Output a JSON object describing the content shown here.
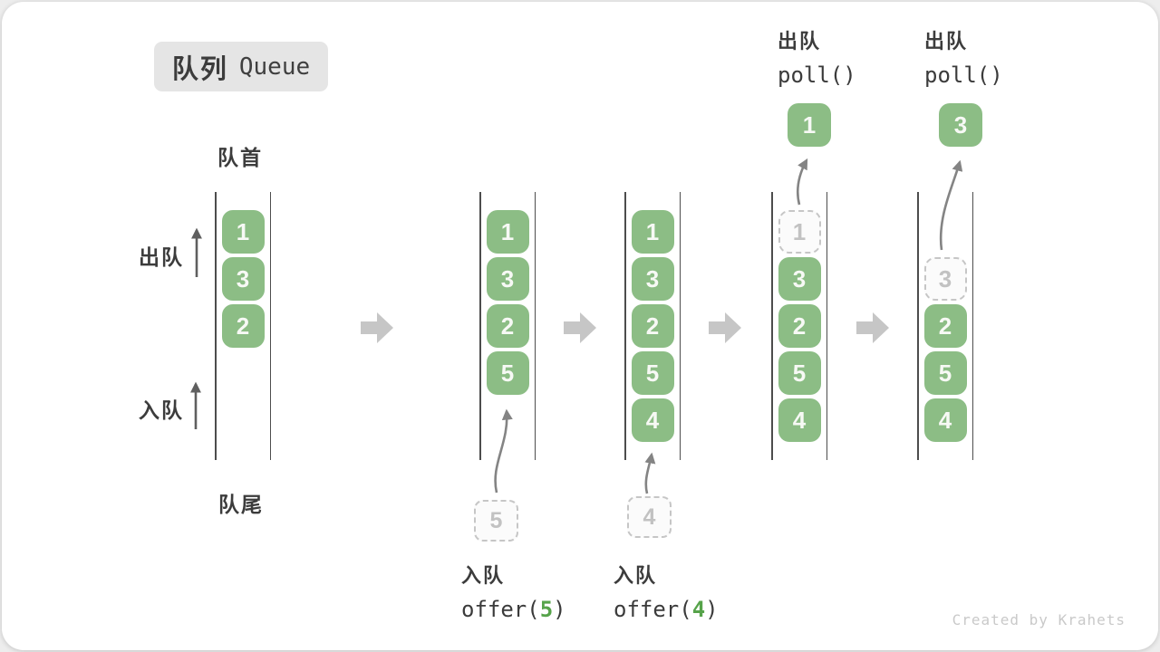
{
  "badge": {
    "zh": "队列",
    "en": "Queue"
  },
  "labels": {
    "front": "队首",
    "rear": "队尾",
    "dequeue_side": "出队",
    "enqueue_side": "入队"
  },
  "colors": {
    "box_green": "#8cbd85",
    "code_arg_green": "#56a34a",
    "flow_arrow_gray": "#c6c6c6",
    "thin_arrow_gray": "#848484",
    "side_arrow_gray": "#5f5f5f",
    "guide_line": "#4d4d4d",
    "text_dark": "#3c3c3c",
    "dashed_gray": "#c6c6c6"
  },
  "states": [
    {
      "name": "initial",
      "slots": [
        {
          "v": "1"
        },
        {
          "v": "3"
        },
        {
          "v": "2"
        }
      ]
    },
    {
      "name": "after-offer-5",
      "slots": [
        {
          "v": "1"
        },
        {
          "v": "3"
        },
        {
          "v": "2"
        },
        {
          "v": "5"
        }
      ],
      "pending": {
        "v": "5"
      },
      "op": {
        "label": "入队",
        "code_prefix": "offer(",
        "arg": "5",
        "code_suffix": ")"
      }
    },
    {
      "name": "after-offer-4",
      "slots": [
        {
          "v": "1"
        },
        {
          "v": "3"
        },
        {
          "v": "2"
        },
        {
          "v": "5"
        },
        {
          "v": "4"
        }
      ],
      "pending": {
        "v": "4"
      },
      "op": {
        "label": "入队",
        "code_prefix": "offer(",
        "arg": "4",
        "code_suffix": ")"
      }
    },
    {
      "name": "poll-removes-1",
      "slots": [
        {
          "v": "1",
          "dashed": true
        },
        {
          "v": "3"
        },
        {
          "v": "2"
        },
        {
          "v": "5"
        },
        {
          "v": "4"
        }
      ],
      "removed": {
        "v": "1"
      },
      "op": {
        "label": "出队",
        "code": "poll()"
      }
    },
    {
      "name": "poll-removes-3",
      "slots": [
        {
          "empty": true
        },
        {
          "v": "3",
          "dashed": true
        },
        {
          "v": "2"
        },
        {
          "v": "5"
        },
        {
          "v": "4"
        }
      ],
      "removed": {
        "v": "3"
      },
      "op": {
        "label": "出队",
        "code": "poll()"
      }
    }
  ],
  "watermark": "Created by Krahets"
}
